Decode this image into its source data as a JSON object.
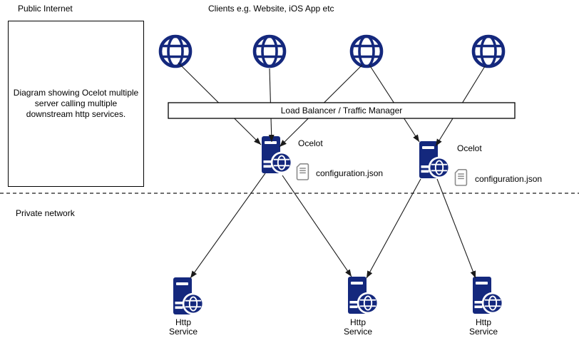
{
  "zones": {
    "public_internet_label": "Public Internet",
    "private_network_label": "Private network"
  },
  "note_box": {
    "text": "Diagram showing Ocelot multiple server calling multiple downstream http services."
  },
  "clients_label": "Clients e.g. Website, iOS App etc",
  "load_balancer": {
    "label": "Load Balancer / Traffic Manager"
  },
  "gateways": [
    {
      "label": "Ocelot",
      "config_label": "configuration.json"
    },
    {
      "label": "Ocelot",
      "config_label": "configuration.json"
    }
  ],
  "services": [
    {
      "label": "Http\nService"
    },
    {
      "label": "Http\nService"
    },
    {
      "label": "Http\nService"
    }
  ],
  "icons": {
    "client": "globe-icon",
    "gateway": "server-with-globe-icon",
    "service": "server-with-globe-icon",
    "config": "document-icon"
  },
  "colors": {
    "icon_navy": "#14287D",
    "document_gray": "#8C8C8C",
    "line_black": "#1A1A1A",
    "background": "#FFFFFF"
  }
}
